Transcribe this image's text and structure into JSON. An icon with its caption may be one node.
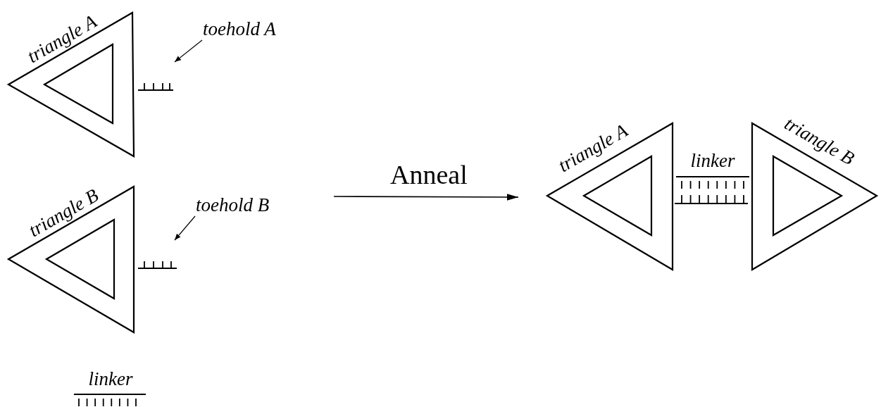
{
  "diagram": {
    "nodes": [
      {
        "text": [
          "triangle A"
        ]
      },
      {
        "text": [
          "toehold A"
        ]
      },
      {
        "text": [],
        "shape": "bar"
      },
      {
        "text": [
          "triangle B"
        ]
      },
      {
        "text": [
          "toehold B"
        ]
      },
      {
        "text": [],
        "shape": "bar"
      },
      {
        "text": [
          "triangle A"
        ]
      },
      {
        "text": [
          "triangle B"
        ]
      }
    ],
    "edges": [
      {
        "from": 1,
        "to": 2,
        "arrow": "to"
      },
      {
        "from": 4,
        "to": 5,
        "arrow": "to"
      },
      {
        "from": null,
        "to": 6,
        "arrow": "to",
        "label": "Anneal"
      },
      {
        "from": 6,
        "to": 7,
        "arrow": "none",
        "label": "linker"
      },
      {
        "from": 6,
        "to": 7,
        "arrow": "none"
      }
    ],
    "labels": [
      "linker"
    ]
  }
}
